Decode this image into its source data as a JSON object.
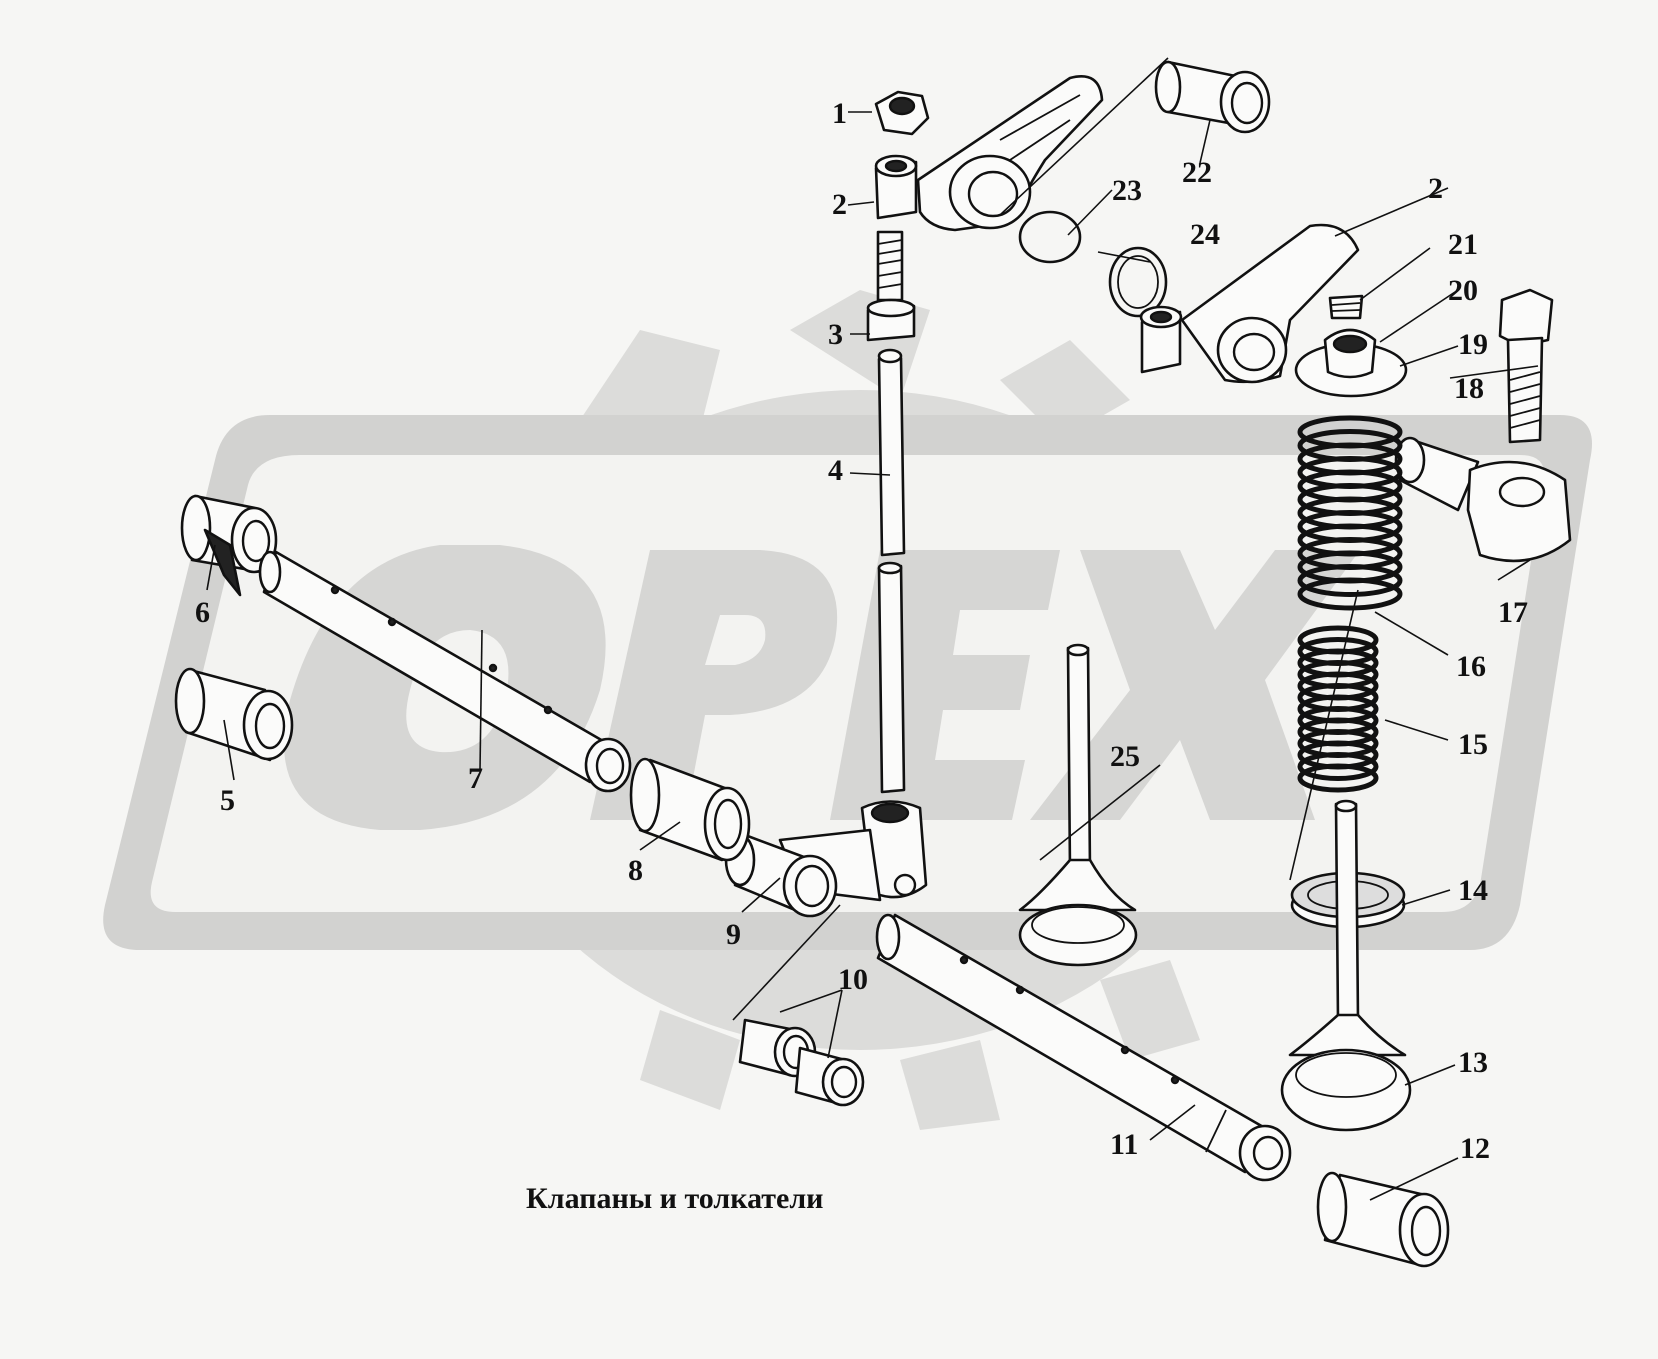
{
  "caption": "Клапаны и толкатели",
  "watermark": {
    "text": "OPEX",
    "color": "#cfcfcd"
  },
  "labels": {
    "p1": "1",
    "p2a": "2",
    "p2b": "2",
    "p3": "3",
    "p4": "4",
    "p5": "5",
    "p6": "6",
    "p7": "7",
    "p8": "8",
    "p9": "9",
    "p10": "10",
    "p11": "11",
    "p12": "12",
    "p13": "13",
    "p14": "14",
    "p15": "15",
    "p16": "16",
    "p17": "17",
    "p18": "18",
    "p19": "19",
    "p20": "20",
    "p21": "21",
    "p22": "22",
    "p23": "23",
    "p24": "24",
    "p25": "25"
  }
}
